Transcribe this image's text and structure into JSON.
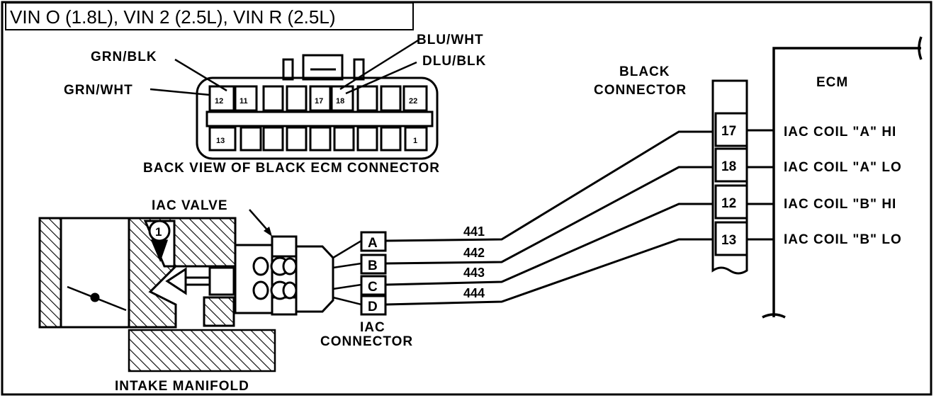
{
  "title": "VIN O (1.8L), VIN 2 (2.5L), VIN R (2.5L)",
  "wire_colors": {
    "grn_blk": "GRN/BLK",
    "grn_wht": "GRN/WHT",
    "blu_wht": "BLU/WHT",
    "blu_blk": "DLU/BLK"
  },
  "connector_view": {
    "caption": "BACK VIEW OF BLACK ECM CONNECTOR",
    "cavities": {
      "p12": "12",
      "p11": "11",
      "p17": "17",
      "p18": "18",
      "p22": "22",
      "p13": "13",
      "p1": "1"
    }
  },
  "iac_valve": {
    "label": "IAC VALVE",
    "callout": "1"
  },
  "intake_manifold": {
    "label": "INTAKE MANIFOLD"
  },
  "iac_connector": {
    "label_line1": "IAC",
    "label_line2": "CONNECTOR",
    "pins": [
      "A",
      "B",
      "C",
      "D"
    ]
  },
  "circuits": [
    "441",
    "442",
    "443",
    "444"
  ],
  "black_connector": {
    "label_line1": "BLACK",
    "label_line2": "CONNECTOR",
    "pins": [
      "17",
      "18",
      "12",
      "13"
    ]
  },
  "ecm": {
    "label": "ECM",
    "terminals": [
      "IAC COIL \"A\" HI",
      "IAC COIL \"A\" LO",
      "IAC COIL \"B\" HI",
      "IAC COIL \"B\" LO"
    ]
  }
}
